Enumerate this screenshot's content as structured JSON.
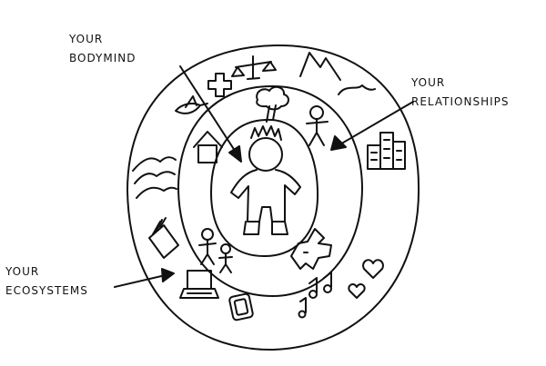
{
  "labels": {
    "bodymind": [
      "YOUR",
      "BODYMIND"
    ],
    "relationships": [
      "YOUR",
      "RELATIONSHIPS"
    ],
    "ecosystems": [
      "YOUR",
      "ECOSYSTEMS"
    ]
  },
  "colors": {
    "ink": "#111111",
    "paper": "#ffffff"
  },
  "icons": {
    "ecosystem_ring": [
      "scales-icon",
      "mountain-icon",
      "cross-icon",
      "bird-icon",
      "house-icon",
      "hills-icon",
      "buildings-icon",
      "book-icon",
      "laptop-icon",
      "phone-icon",
      "music-notes-icon",
      "heart-icon"
    ],
    "relationship_ring": [
      "tree-icon",
      "stick-figure-icon",
      "two-people-icon",
      "dog-icon"
    ],
    "center": [
      "person-icon"
    ]
  }
}
